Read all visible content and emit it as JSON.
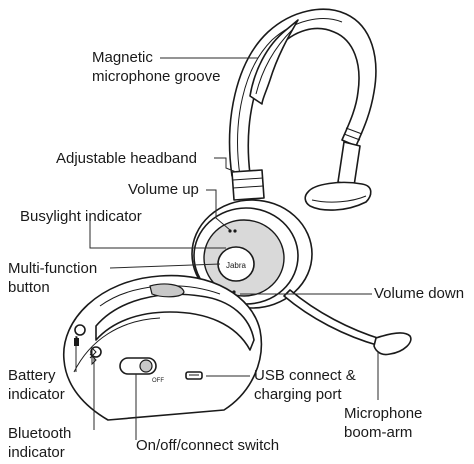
{
  "labels": {
    "magnetic_groove": "Magnetic\nmicrophone groove",
    "adjustable_headband": "Adjustable headband",
    "volume_up": "Volume up",
    "busylight": "Busylight indicator",
    "multi_function": "Multi-function\nbutton",
    "volume_down": "Volume down",
    "battery": "Battery\nindicator",
    "bluetooth": "Bluetooth\nindicator",
    "usb": "USB connect &\ncharging port",
    "microphone_boom": "Microphone\nboom-arm",
    "onoff_switch": "On/off/connect switch"
  },
  "device": {
    "brand_logo": "Jabra",
    "switch_off_label": "OFF"
  },
  "icons": [
    "bluetooth-icon",
    "battery-icon",
    "usb-port-icon"
  ]
}
